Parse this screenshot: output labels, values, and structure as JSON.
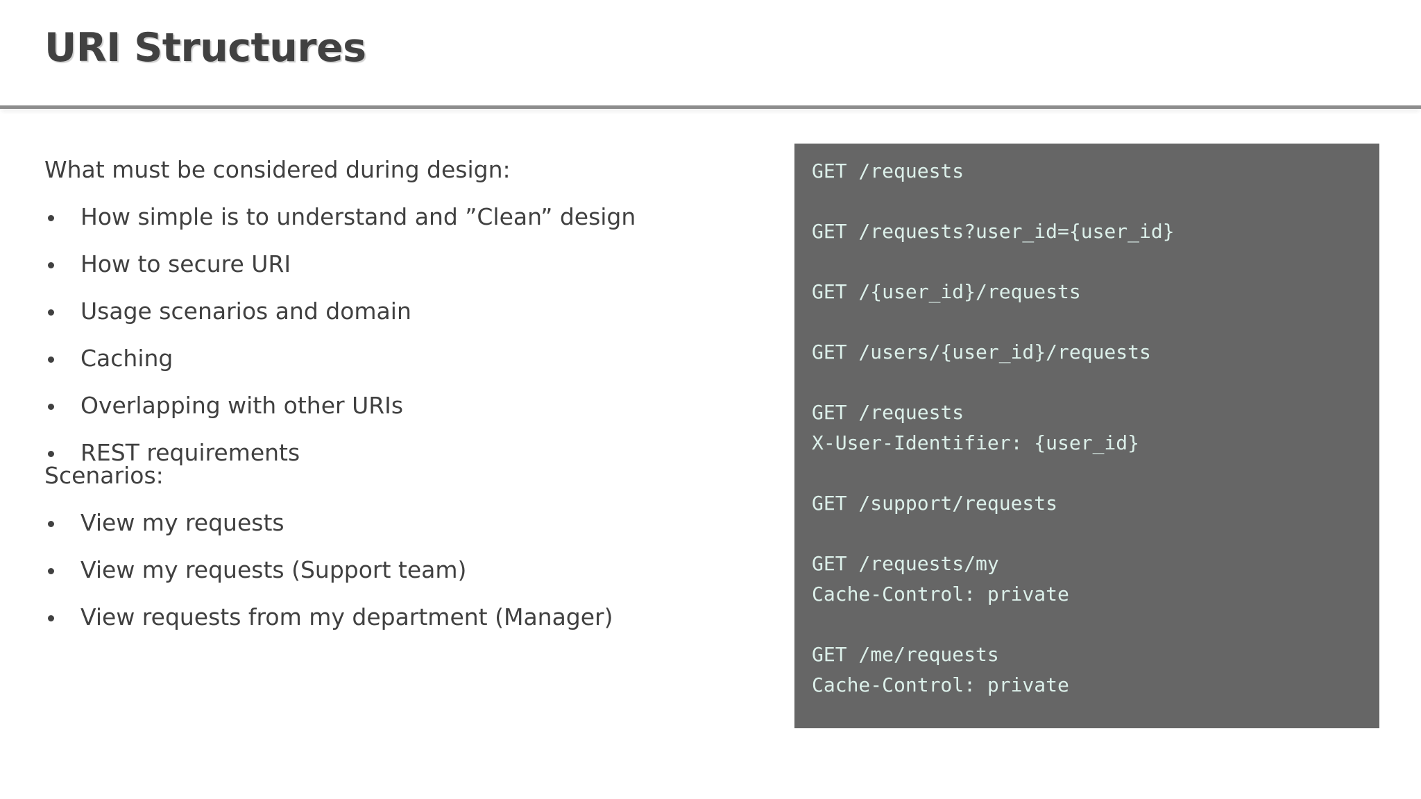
{
  "slide": {
    "title": "URI Structures",
    "background_color": "#ffffff",
    "title_color": "#414141",
    "rule_color": "#8d8d8d"
  },
  "left": {
    "lead": "What must be considered during design:",
    "design_bullets": [
      "How simple is to understand and ”Clean” design",
      "How to secure URI",
      "Usage scenarios and domain",
      "Caching",
      "Overlapping with other URIs",
      "REST requirements"
    ],
    "scenarios_heading": "Scenarios:",
    "scenario_bullets": [
      "View my requests",
      "View my requests (Support team)",
      "View requests from my department (Manager)"
    ]
  },
  "code_panel": {
    "background_color": "#666666",
    "text_color": "#dcf0ea",
    "blocks": [
      "GET /requests",
      "GET /requests?user_id={user_id}",
      "GET /{user_id}/requests",
      "GET /users/{user_id}/requests",
      "GET /requests\nX-User-Identifier: {user_id}",
      "GET /support/requests",
      "GET /requests/my\nCache-Control: private",
      "GET /me/requests\nCache-Control: private"
    ]
  }
}
